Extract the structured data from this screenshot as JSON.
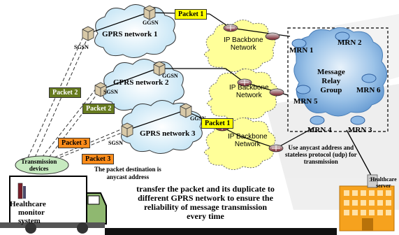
{
  "colors": {
    "cloud_blue": "#cfe9f7",
    "backbone_yellow": "#ffff99",
    "relay_blue": "#7fb2e0",
    "packet1": "#ffff00",
    "packet2": "#667a1e",
    "packet3": "#ff8c1a",
    "truck_green": "#8fb870",
    "building_orange": "#f6a21e",
    "bottom_bar": "#111111"
  },
  "networks": [
    {
      "label": "GPRS network 1",
      "ggsn": "GGSN",
      "sgsn": "SGSN"
    },
    {
      "label": "GPRS network 2",
      "ggsn": "GGSN",
      "sgsn": "SGSN"
    },
    {
      "label": "GPRS network 3",
      "ggsn": "GGSN",
      "sgsn": "SGSN"
    }
  ],
  "backbones": [
    {
      "line1": "IP Backbone",
      "line2": "Network"
    },
    {
      "line1": "IP Backbone",
      "line2": "Network"
    },
    {
      "line1": "IP Backbone",
      "line2": "Network"
    }
  ],
  "relay": {
    "line1": "Message",
    "line2": "Relay",
    "line3": "Group",
    "nodes": [
      "MRN 1",
      "MRN 2",
      "MRN 6",
      "MRN 5",
      "MRN 4",
      "MRN 3"
    ]
  },
  "packets": [
    "Packet 1",
    "Packet 2",
    "Packet 2",
    "Packet 3",
    "Packet 3",
    "Packet 1"
  ],
  "transmission_devices": {
    "line1": "Transmission",
    "line2": "devices"
  },
  "healthcare_monitor": {
    "line1": "Healthcare",
    "line2": "monitor",
    "line3": "system"
  },
  "healthcare_server": {
    "line1": "Healthcare",
    "line2": "server"
  },
  "notes": {
    "anycast_line1": "The packet destination is",
    "anycast_line2": "anycast address",
    "udp_line1": "Use anycast address and",
    "udp_line2": "stateless protocol (udp) for",
    "udp_line3": "transmission"
  },
  "caption": {
    "line1": "transfer the packet and its duplicate to",
    "line2": "different GPRS network to ensure the",
    "line3": "reliability of message transmission",
    "line4": "every time"
  }
}
